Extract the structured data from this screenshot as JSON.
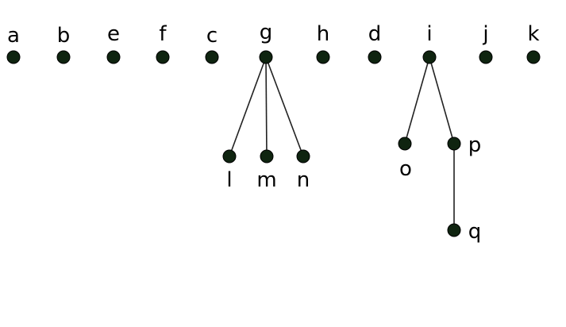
{
  "colors": {
    "node_fill": "#0f2410",
    "node_stroke": "#000000",
    "edge": "#222222",
    "label": "#000000",
    "background": "#ffffff"
  },
  "nodes": [
    {
      "id": "a",
      "label": "a"
    },
    {
      "id": "b",
      "label": "b"
    },
    {
      "id": "e",
      "label": "e"
    },
    {
      "id": "f",
      "label": "f"
    },
    {
      "id": "c",
      "label": "c"
    },
    {
      "id": "g",
      "label": "g"
    },
    {
      "id": "h",
      "label": "h"
    },
    {
      "id": "d",
      "label": "d"
    },
    {
      "id": "i",
      "label": "i"
    },
    {
      "id": "j",
      "label": "j"
    },
    {
      "id": "k",
      "label": "k"
    },
    {
      "id": "l",
      "label": "l"
    },
    {
      "id": "m",
      "label": "m"
    },
    {
      "id": "n",
      "label": "n"
    },
    {
      "id": "o",
      "label": "o"
    },
    {
      "id": "p",
      "label": "p"
    },
    {
      "id": "q",
      "label": "q"
    }
  ],
  "edges": [
    {
      "from": "g",
      "to": "l"
    },
    {
      "from": "g",
      "to": "m"
    },
    {
      "from": "g",
      "to": "n"
    },
    {
      "from": "i",
      "to": "o"
    },
    {
      "from": "i",
      "to": "p"
    },
    {
      "from": "p",
      "to": "q"
    }
  ]
}
